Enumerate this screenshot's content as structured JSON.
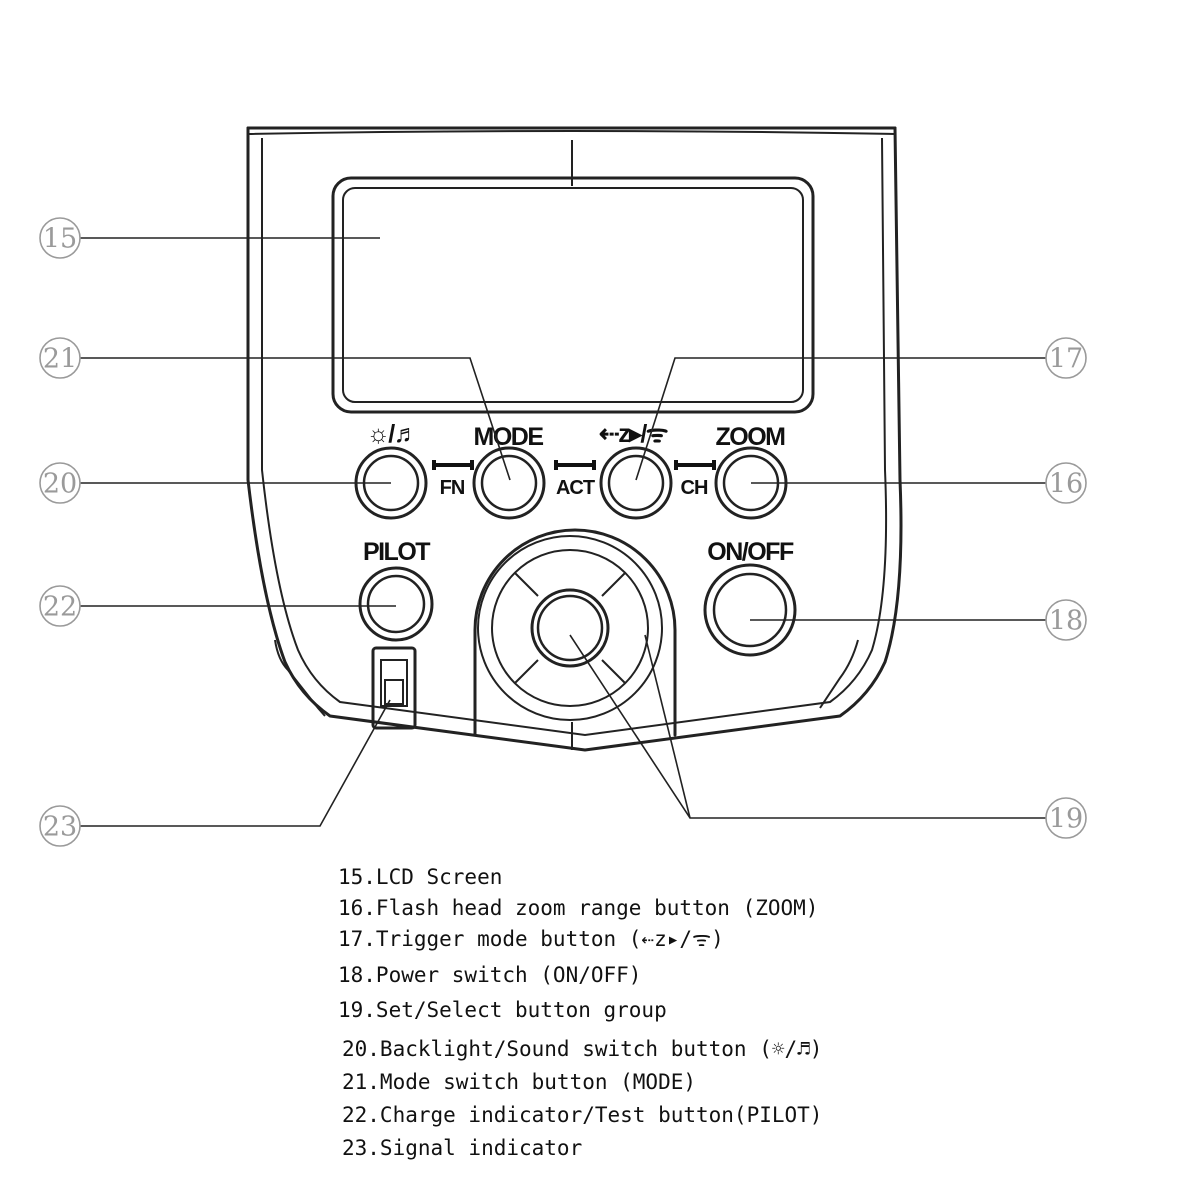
{
  "buttons": {
    "backlight_sound": "☼/♬",
    "mode": "MODE",
    "trigger": "⇠z▸/ᯤ",
    "zoom": "ZOOM",
    "pilot": "PILOT",
    "on_off": "ON/OFF"
  },
  "sublabels": {
    "fn": "FN",
    "act": "ACT",
    "ch": "CH"
  },
  "callouts": {
    "c15": "15",
    "c16": "16",
    "c17": "17",
    "c18": "18",
    "c19": "19",
    "c20": "20",
    "c21": "21",
    "c22": "22",
    "c23": "23"
  },
  "legend": [
    "15.LCD Screen",
    "16.Flash head zoom range button (ZOOM)",
    "17.Trigger mode button (⇠z▸/ᯤ)",
    "18.Power switch (ON/OFF)",
    "19.Set/Select button group",
    "20.Backlight/Sound switch button (☼/♬)",
    "21.Mode switch button (MODE)",
    "22.Charge indicator/Test button(PILOT)",
    "23.Signal indicator"
  ]
}
